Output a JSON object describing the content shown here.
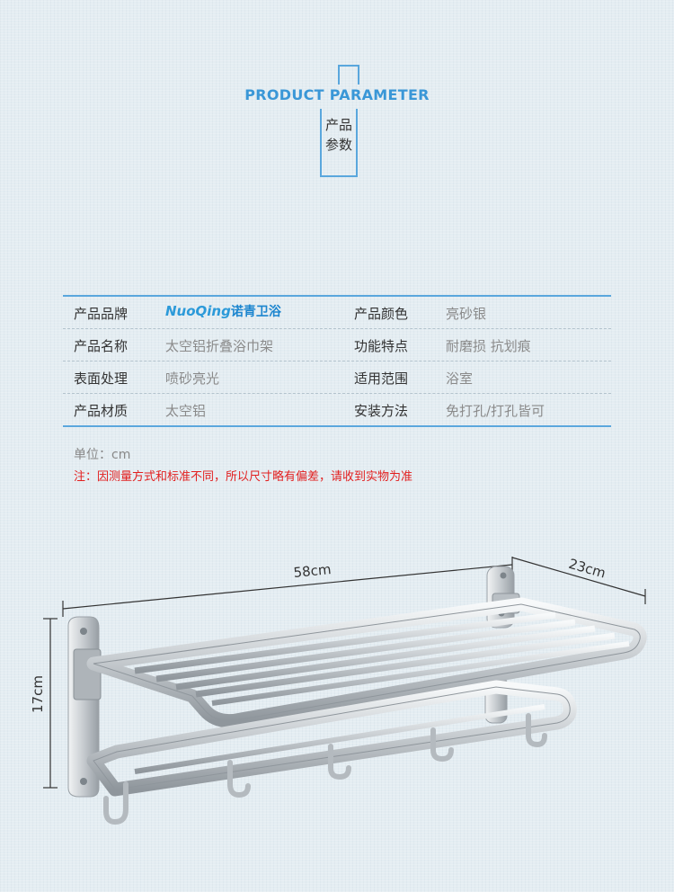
{
  "header": {
    "title_en": "PRODUCT PARAMETER",
    "title_cn_line1": "产品",
    "title_cn_line2": "参数"
  },
  "specs": [
    {
      "k1": "产品品牌",
      "v1": "",
      "k2": "产品颜色",
      "v2": "亮砂银"
    },
    {
      "k1": "产品名称",
      "v1": "太空铝折叠浴巾架",
      "k2": "功能特点",
      "v2": "耐磨损 抗划痕"
    },
    {
      "k1": "表面处理",
      "v1": "喷砂亮光",
      "k2": "适用范围",
      "v2": "浴室"
    },
    {
      "k1": "产品材质",
      "v1": "太空铝",
      "k2": "安装方法",
      "v2": "免打孔/打孔皆可"
    }
  ],
  "brand_logo": {
    "latin": "NuoQing",
    "cn": "诺青卫浴",
    "color": "#2c9ad9"
  },
  "unit": "单位：cm",
  "note": "注：因测量方式和标准不同，所以尺寸略有偏差，请收到实物为准",
  "dimensions": {
    "width": "58cm",
    "depth": "23cm",
    "height": "17cm"
  },
  "colors": {
    "accent": "#3a97d7",
    "note_red": "#e21f1f",
    "background": "#e4edf2"
  }
}
